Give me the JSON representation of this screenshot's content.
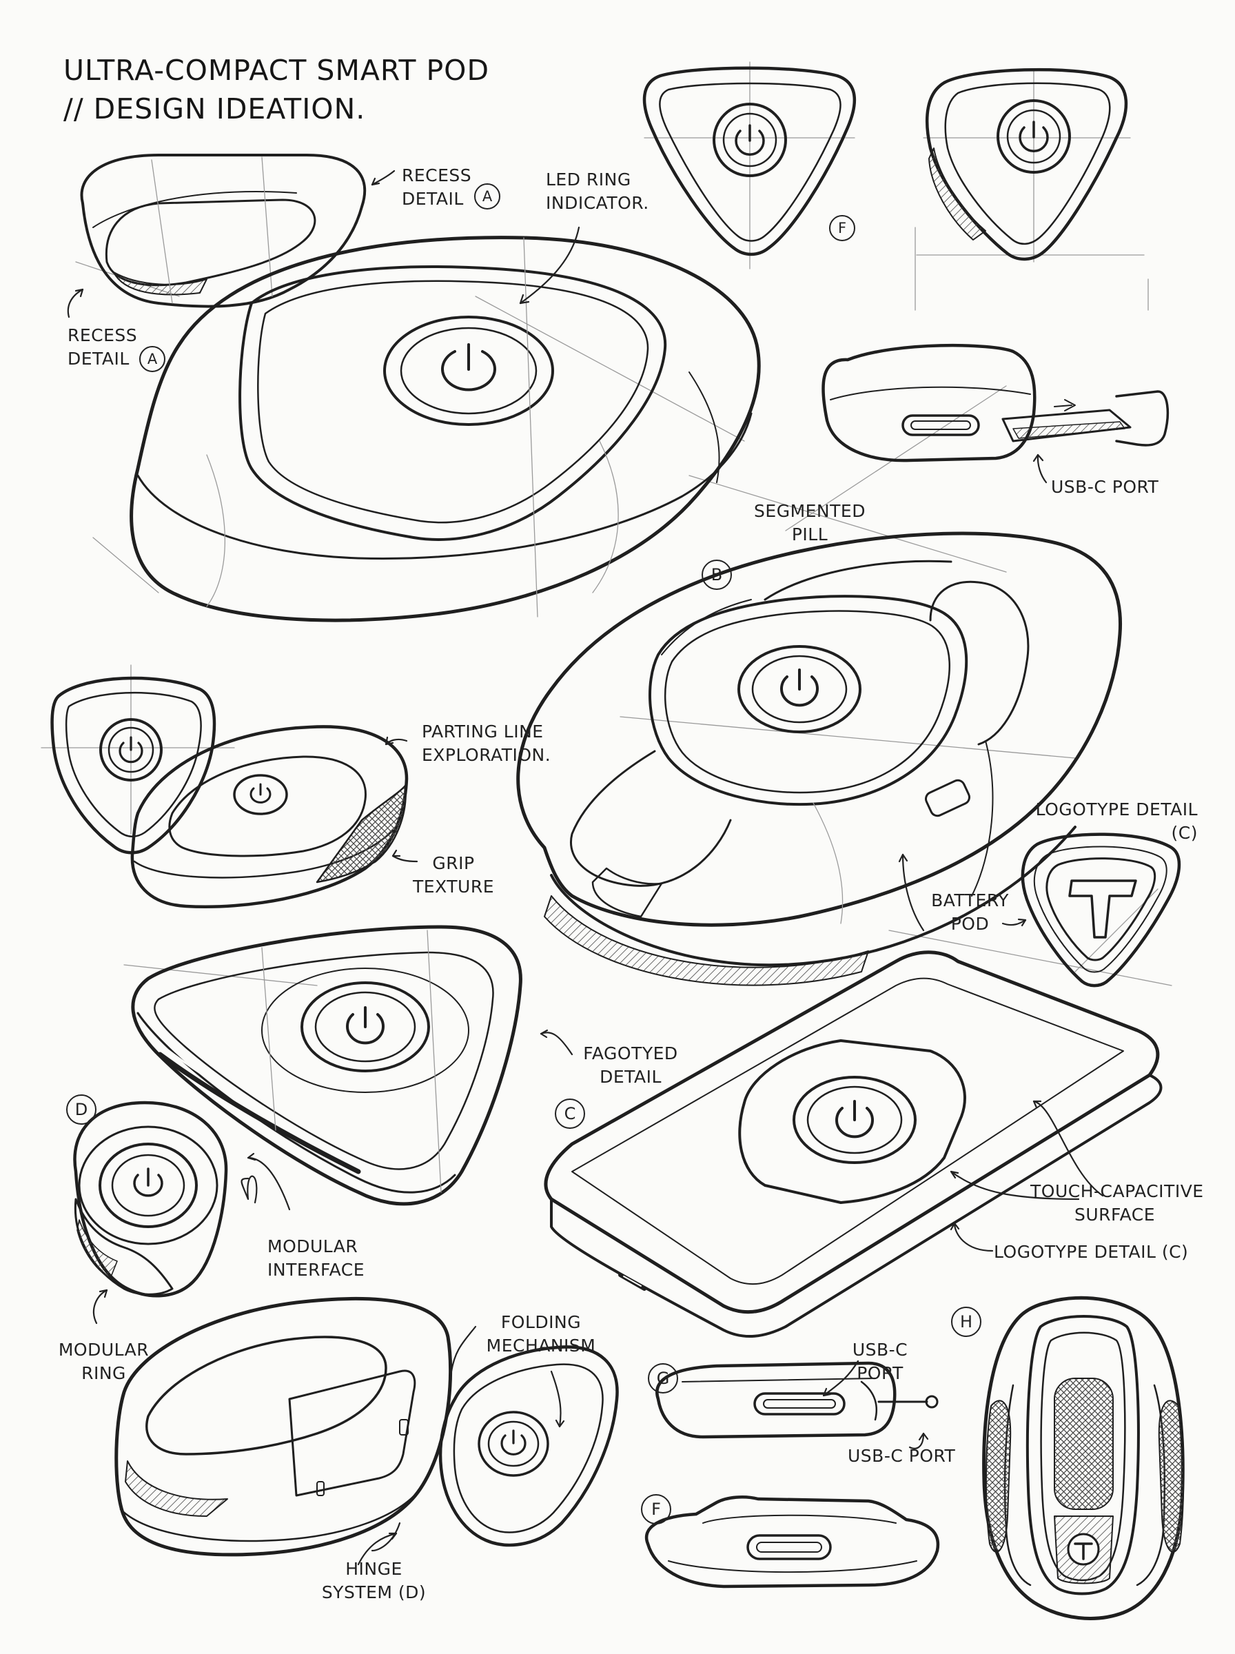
{
  "title": {
    "line1": "ULTRA-COMPACT SMART POD",
    "line2": "// DESIGN IDEATION."
  },
  "labels": {
    "recess_top_1": "RECESS",
    "recess_top_2": "DETAIL",
    "recess_left_1": "RECESS",
    "recess_left_2": "DETAIL",
    "led_1": "LED RING",
    "led_2": "INDICATOR.",
    "usbc_right": "USB-C PORT",
    "segmented_1": "SEGMENTED",
    "segmented_2": "PILL",
    "parting_1": "PARTING LINE",
    "parting_2": "EXPLORATION.",
    "grip_1": "GRIP",
    "grip_2": "TEXTURE",
    "logotype_1": "LOGOTYPE DETAIL",
    "logotype_2": "(C)",
    "battery_1": "BATTERY",
    "battery_2": "POD",
    "fagotyed_1": "FAGOTYED",
    "fagotyed_2": "DETAIL",
    "touch_1": "TOUCH-CAPACITIVE",
    "touch_2": "SURFACE",
    "logotype_c": "LOGOTYPE DETAIL (C)",
    "modular_interface_1": "MODULAR",
    "modular_interface_2": "INTERFACE",
    "modular_ring_1": "MODULAR",
    "modular_ring_2": "RING",
    "folding_1": "FOLDING",
    "folding_2": "MECHANISM",
    "usbc_g_1": "USB-C",
    "usbc_g_2": "PORT",
    "usbc_g_bottom": "USB-C PORT",
    "hinge_1": "HINGE",
    "hinge_2": "SYSTEM (D)"
  },
  "badges": {
    "a_top": "A",
    "a_left": "A",
    "f_top": "F",
    "b": "B",
    "c_mid": "C",
    "d": "D",
    "g": "G",
    "f_bottom": "F",
    "h": "H"
  },
  "logo_letter": "T",
  "colors": {
    "ink": "#1f1f1f",
    "paper": "#fbfbf9",
    "hatch": "#444444",
    "construction": "#9a9a9a"
  }
}
